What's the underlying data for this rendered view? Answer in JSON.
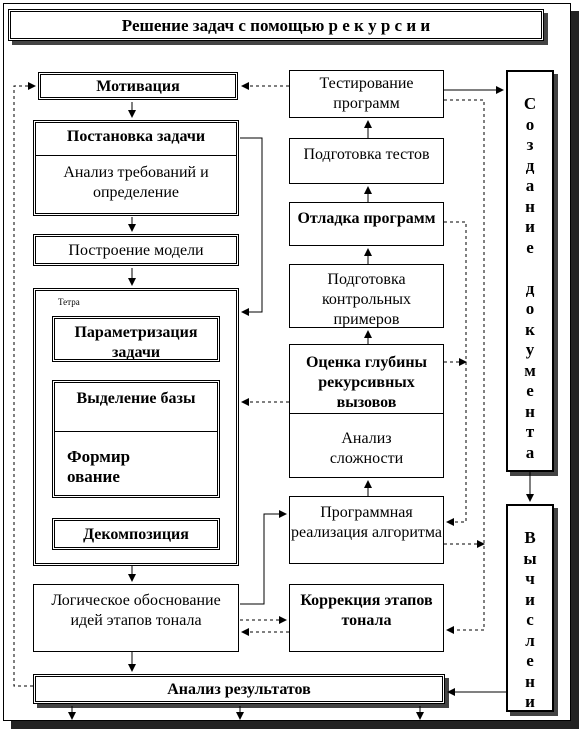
{
  "title": "Решение задач с помощью  р е к у р с и и",
  "left": {
    "motivation": "Мотивация",
    "problem_statement": "Постановка задачи",
    "requirements": "Анализ требований и определение",
    "model_building": "Построение модели",
    "inner_label": "Тетра",
    "parametrization": "Параметризация задачи",
    "base_selection": "Выделение базы",
    "formation": "Формир ование",
    "decomposition": "Декомпозиция",
    "logical": "Логическое обоснование идей этапов тонала"
  },
  "right": {
    "testing": "Тестирование программ",
    "test_prep": "Подготовка тестов",
    "debugging": "Отладка программ",
    "control_prep": "Подготовка контрольных примеров",
    "depth": "Оценка глубины рекурсивных вызовов",
    "complexity": "Анализ сложности",
    "implementation": "Программная реализация алгоритма",
    "correction": "Коррекция этапов тонала"
  },
  "side": {
    "documentation": "С\nо\nз\nд\nа\nн\nи\nе\n\nд\nо\nк\nу\nм\nе\nн\nт\nа",
    "computing": "В\nы\nч\nи\nс\nл\nе\nн\nи"
  },
  "results": "Анализ результатов"
}
